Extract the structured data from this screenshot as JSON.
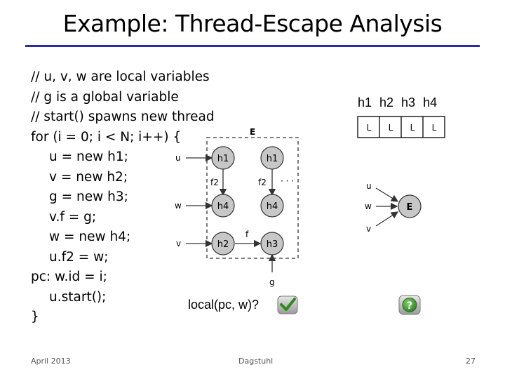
{
  "slide": {
    "title": "Example: Thread-Escape Analysis",
    "code_lines": [
      {
        "text": "// u, v, w are local variables",
        "indent": false
      },
      {
        "text": "// g is a global variable",
        "indent": false
      },
      {
        "text": "// start() spawns new thread",
        "indent": false
      },
      {
        "text": "for (i = 0; i < N; i++) {",
        "indent": false
      },
      {
        "text": "u = new h1;",
        "indent": true
      },
      {
        "text": "v = new h2;",
        "indent": true
      },
      {
        "text": "g = new h3;",
        "indent": true
      },
      {
        "text": "v.f = g;",
        "indent": true
      },
      {
        "text": "w = new h4;",
        "indent": true
      },
      {
        "text": "u.f2 = w;",
        "indent": true
      },
      {
        "text": "pc: w.id = i;",
        "indent": false
      },
      {
        "text": "u.start();",
        "indent": true
      },
      {
        "text": "}",
        "indent": false
      }
    ],
    "query": "local(pc, w)?",
    "footer": {
      "left": "April 2013",
      "center": "Dagstuhl",
      "right": "27"
    }
  },
  "graph": {
    "escape_label": "E",
    "vars": {
      "u": "u",
      "w": "w",
      "v": "v",
      "g": "g"
    },
    "nodes": {
      "h1a": "h1",
      "h1b": "h1",
      "h4a": "h4",
      "h4b": "h4",
      "h2": "h2",
      "h3": "h3"
    },
    "edges": {
      "f2a": "f2",
      "f2b": "f2",
      "f": "f"
    },
    "ellipsis": "· · ·",
    "node_fill": "#c7c7c7"
  },
  "abstraction": {
    "header": "h1 h2 h3 h4",
    "cells": [
      "L",
      "L",
      "L",
      "L"
    ],
    "vars": [
      "u",
      "w",
      "v"
    ],
    "escape_label": "E"
  },
  "icons": {
    "check": "check-icon",
    "question": "question-icon",
    "check_color": "#3f8f2f",
    "question_color": "#3f8f2f"
  }
}
